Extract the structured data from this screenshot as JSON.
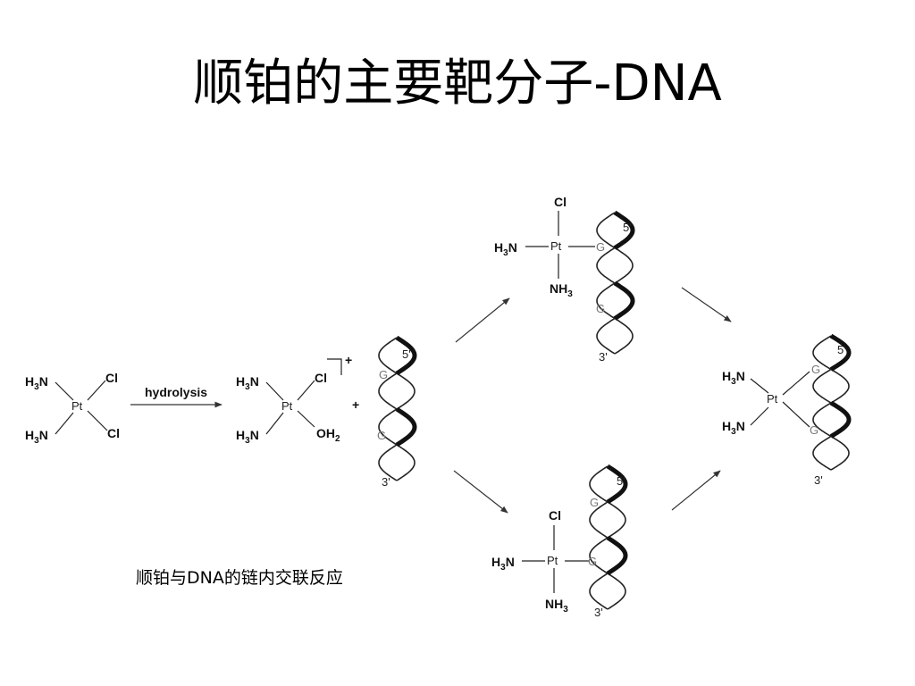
{
  "slide": {
    "title": "顺铂的主要靶分子-DNA",
    "caption": "顺铂与DNA的链内交联反应"
  },
  "reaction": {
    "arrow_label": "hydrolysis",
    "plus_sign": "+",
    "charge": "+",
    "atoms": {
      "N": "N",
      "H": "H",
      "H3": "3",
      "Pt": "Pt",
      "Cl": "Cl",
      "OH": "OH",
      "OH2": "2",
      "NH": "NH",
      "NH3": "3"
    },
    "dna": {
      "end5": "5'",
      "end3": "3'",
      "base": "G"
    }
  }
}
